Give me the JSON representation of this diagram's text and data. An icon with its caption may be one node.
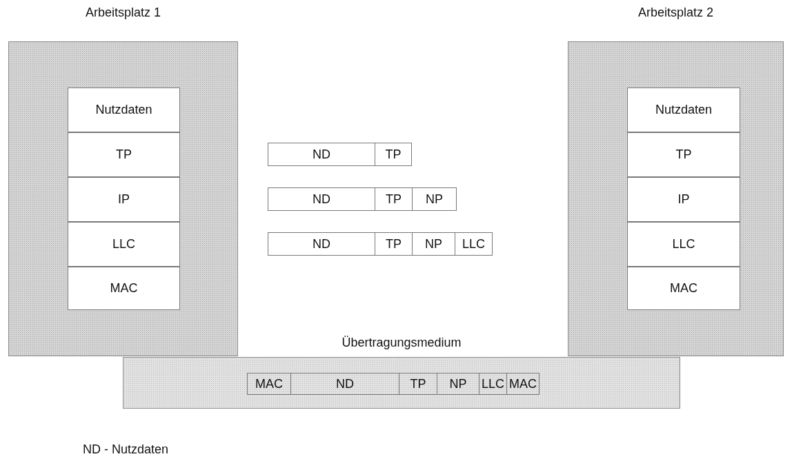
{
  "diagram": {
    "nodes": [
      {
        "text": [
          "Arbeitsplatz 1"
        ]
      },
      {
        "text": [
          "Nutzdaten"
        ],
        "in": 0
      },
      {
        "text": [
          "TP"
        ],
        "in": 0
      },
      {
        "text": [
          "IP"
        ],
        "in": 0
      },
      {
        "text": [
          "LLC"
        ],
        "in": 0
      },
      {
        "text": [
          "MAC"
        ],
        "in": 0
      },
      {
        "text": [
          "Arbeitsplatz 2"
        ]
      },
      {
        "text": [
          "Nutzdaten"
        ],
        "in": 6
      },
      {
        "text": [
          "TP"
        ],
        "in": 6
      },
      {
        "text": [
          "IP"
        ],
        "in": 6
      },
      {
        "text": [
          "LLC"
        ],
        "in": 6
      },
      {
        "text": [
          "MAC"
        ],
        "in": 6
      },
      {
        "text": [
          "ND"
        ]
      },
      {
        "text": [
          "TP"
        ]
      },
      {
        "text": [
          "ND"
        ]
      },
      {
        "text": [
          "TP"
        ]
      },
      {
        "text": [
          "NP"
        ]
      },
      {
        "text": [
          "ND"
        ]
      },
      {
        "text": [
          "TP"
        ]
      },
      {
        "text": [
          "NP"
        ]
      },
      {
        "text": [
          "LLC"
        ]
      },
      {
        "text": [
          "Übertragungsmedium"
        ]
      },
      {
        "text": [
          "MAC"
        ],
        "in": 21
      },
      {
        "text": [
          "ND"
        ],
        "in": 21
      },
      {
        "text": [
          "TP"
        ],
        "in": 21
      },
      {
        "text": [
          "NP"
        ],
        "in": 21
      },
      {
        "text": [
          "LLC"
        ],
        "in": 21
      },
      {
        "text": [
          "MAC"
        ],
        "in": 21
      }
    ],
    "edges": [],
    "labels": [
      "ND - Nutzdaten"
    ]
  }
}
